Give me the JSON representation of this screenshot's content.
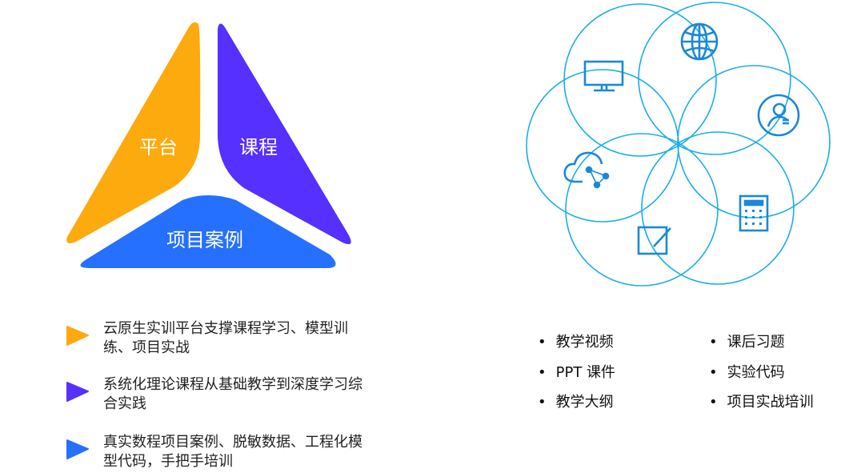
{
  "triangle": {
    "segments": [
      {
        "label": "平台",
        "color": "#FCAA0E"
      },
      {
        "label": "课程",
        "color": "#5530FF"
      },
      {
        "label": "项目案例",
        "color": "#2670FF"
      }
    ]
  },
  "features": [
    {
      "text": "云原生实训平台支撑课程学习、模型训练、项目实战",
      "color": "#FCAA0E"
    },
    {
      "text": "系统化理论课程从基础教学到深度学习综合实践",
      "color": "#5530FF"
    },
    {
      "text": "真实数程项目案例、脱敏数据、工程化模型代码，手把手培训",
      "color": "#2670FF"
    }
  ],
  "flower": {
    "stroke_color": "#1AAEE8",
    "icon_color": "#1A88D8",
    "icons": [
      "monitor-icon",
      "globe-icon",
      "user-profile-icon",
      "calculator-icon",
      "edit-icon",
      "cloud-network-icon"
    ]
  },
  "resources": {
    "left": [
      "教学视频",
      "PPT 课件",
      "教学大纲"
    ],
    "right": [
      "课后习题",
      "实验代码",
      "项目实战培训"
    ]
  }
}
